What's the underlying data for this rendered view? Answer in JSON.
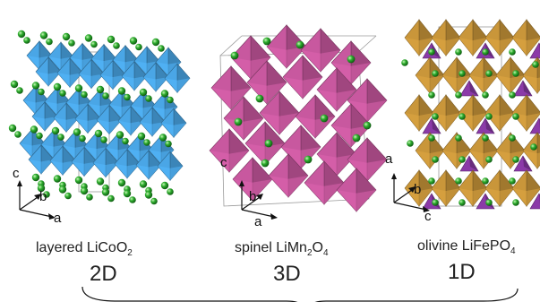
{
  "panels": [
    {
      "name_prefix": "layered LiCoO",
      "name_sub": "2",
      "name_post": "",
      "dimensionality": "2D",
      "axes": {
        "c": "c",
        "b": "b",
        "a": "a"
      }
    },
    {
      "name_prefix": "spinel LiMn",
      "name_sub": "2",
      "name_post": "O",
      "name_sub2": "4",
      "dimensionality": "3D",
      "axes": {
        "c": "c",
        "b": "b",
        "a": "a"
      }
    },
    {
      "name_prefix": "olivine LiFePO",
      "name_sub": "4",
      "name_post": "",
      "dimensionality": "1D",
      "axes": {
        "a": "a",
        "b": "b",
        "c": "c"
      }
    }
  ],
  "colors": {
    "licoo2_octahedra": "#4aa6e6",
    "spinel_octahedra": "#c8589f",
    "olivine_octahedra": "#c9963a",
    "olivine_tetrahedra": "#8b3aa8",
    "lithium_ions": "#2fae2f",
    "cell_edges": "#9a9a9a"
  }
}
